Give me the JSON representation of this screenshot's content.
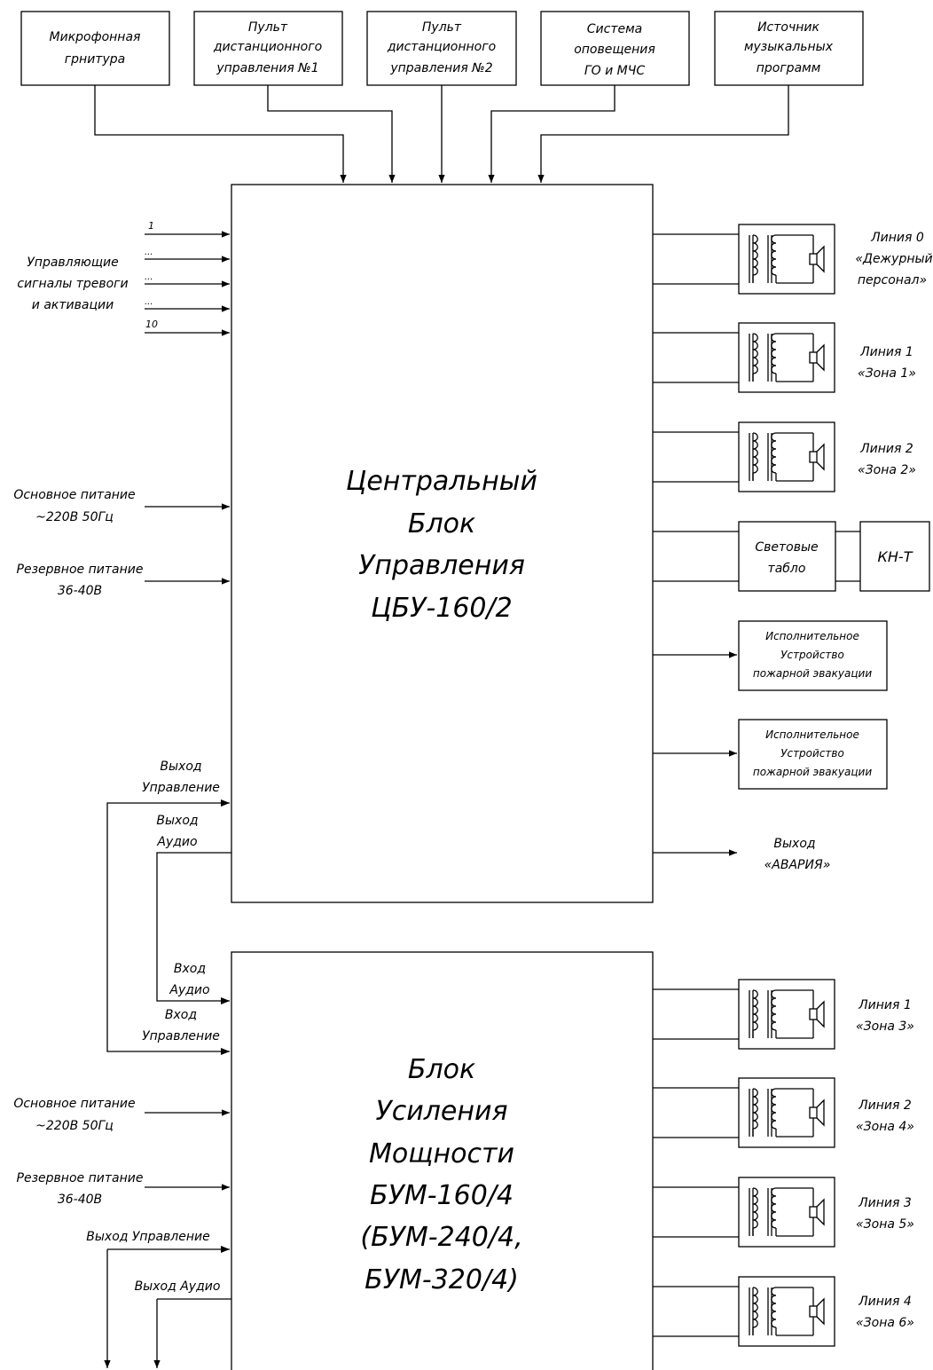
{
  "top_sources": [
    {
      "lines": [
        "Микрофонная",
        "грнитура"
      ]
    },
    {
      "lines": [
        "Пульт",
        "дистанционного",
        "управления №1"
      ]
    },
    {
      "lines": [
        "Пульт",
        "дистанционного",
        "управления №2"
      ]
    },
    {
      "lines": [
        "Система",
        "оповещения",
        "ГО и МЧС"
      ]
    },
    {
      "lines": [
        "Источник",
        "музыкальных",
        "программ"
      ]
    }
  ],
  "cbu": {
    "title_lines": [
      "Центральный",
      "Блок",
      "Управления",
      "ЦБУ-160/2"
    ],
    "control_signals": {
      "label_lines": [
        "Управляющие",
        "сигналы тревоги",
        "и активации"
      ],
      "ticks": [
        "1",
        "...",
        "...",
        "...",
        "10"
      ]
    },
    "main_power": [
      "Основное питание",
      "~220В 50Гц"
    ],
    "reserve_power": [
      "Резервное питание",
      "36-40В"
    ],
    "out_control": [
      "Выход",
      "Управление"
    ],
    "out_audio": [
      "Выход",
      "Аудио"
    ],
    "lines": [
      {
        "label": [
          "Линия 0",
          "«Дежурный",
          "персонал»"
        ]
      },
      {
        "label": [
          "Линия 1",
          "«Зона 1»"
        ]
      },
      {
        "label": [
          "Линия 2",
          "«Зона 2»"
        ]
      }
    ],
    "light_panel": [
      "Световые",
      "табло"
    ],
    "kn_t": "КН-Т",
    "executors": [
      {
        "lines": [
          "Исполнительное",
          "Устройство",
          "пожарной эвакуации"
        ]
      },
      {
        "lines": [
          "Исполнительное",
          "Устройство",
          "пожарной эвакуации"
        ]
      }
    ],
    "alarm_out": [
      "Выход",
      "«АВАРИЯ»"
    ]
  },
  "bum": {
    "title_lines": [
      "Блок",
      "Усиления",
      "Мощности",
      "БУМ-160/4",
      "(БУМ-240/4,",
      "БУМ-320/4)"
    ],
    "in_audio": [
      "Вход",
      "Аудио"
    ],
    "in_control": [
      "Вход",
      "Управление"
    ],
    "main_power": [
      "Основное питание",
      "~220В 50Гц"
    ],
    "reserve_power": [
      "Резервное питание",
      "36-40В"
    ],
    "out_control": "Выход Управление",
    "out_audio": "Выход Аудио",
    "lines": [
      {
        "label": [
          "Линия 1",
          "«Зона 3»"
        ]
      },
      {
        "label": [
          "Линия 2",
          "«Зона 4»"
        ]
      },
      {
        "label": [
          "Линия 3",
          "«Зона 5»"
        ]
      },
      {
        "label": [
          "Линия 4",
          "«Зона 6»"
        ]
      }
    ]
  }
}
